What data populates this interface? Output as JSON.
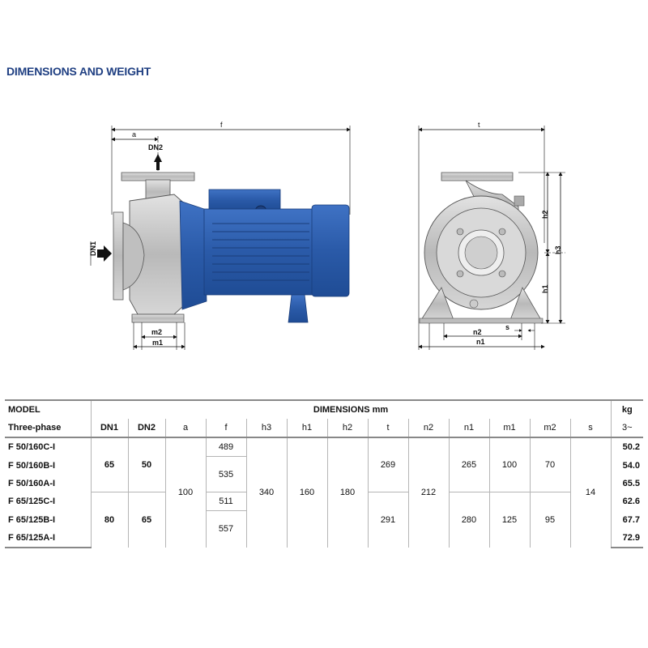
{
  "title": "DIMENSIONS AND WEIGHT",
  "drawing_labels": {
    "a": "a",
    "f": "f",
    "dn2": "DN2",
    "dn1": "DN1",
    "m2": "m2",
    "m1": "m1",
    "t": "t",
    "h1": "h1",
    "h2": "h2",
    "h3": "h3",
    "n2": "n2",
    "n1": "n1",
    "s": "s"
  },
  "colors": {
    "title": "#1f3f82",
    "motor_blue": "#2f5fb4",
    "steel": "#c8c8c8"
  },
  "table": {
    "header_model": "MODEL",
    "header_dimensions": "DIMENSIONS mm",
    "header_kg": "kg",
    "header_phase": "Three-phase",
    "columns": [
      "DN1",
      "DN2",
      "a",
      "f",
      "h3",
      "h1",
      "h2",
      "t",
      "n2",
      "n1",
      "m1",
      "m2",
      "s"
    ],
    "kg_unit": "3~",
    "models": [
      "F 50/160C-I",
      "F 50/160B-I",
      "F 50/160A-I",
      "F 65/125C-I",
      "F 65/125B-I",
      "F 65/125A-I"
    ],
    "weights": [
      "50.2",
      "54.0",
      "65.5",
      "62.6",
      "67.7",
      "72.9"
    ],
    "group1": {
      "dn1": "65",
      "dn2": "50",
      "t": "269",
      "n1": "265",
      "m1": "100",
      "m2": "70"
    },
    "group2": {
      "dn1": "80",
      "dn2": "65",
      "t": "291",
      "n1": "280",
      "m1": "125",
      "m2": "95"
    },
    "common": {
      "a": "100",
      "h3": "340",
      "h1": "160",
      "h2": "180",
      "n2": "212",
      "s": "14"
    },
    "f_values": [
      "489",
      "535",
      "511",
      "557"
    ]
  }
}
